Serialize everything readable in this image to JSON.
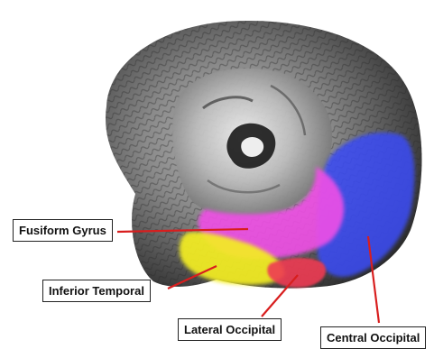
{
  "labels": {
    "fusiform": "Fusiform Gyrus",
    "inferior_temporal": "Inferior Temporal",
    "lateral_occipital": "Lateral Occipital",
    "central_occipital": "Central Occipital"
  },
  "colors": {
    "fusiform": "#f050e6",
    "inferior_temporal": "#f4ee24",
    "lateral_occipital": "#ee3a52",
    "central_occipital": "#3b4cf2",
    "pointer_line": "#d81e1e",
    "brain_dark": "#3a3a3a",
    "brain_light": "#9a9a9a"
  }
}
